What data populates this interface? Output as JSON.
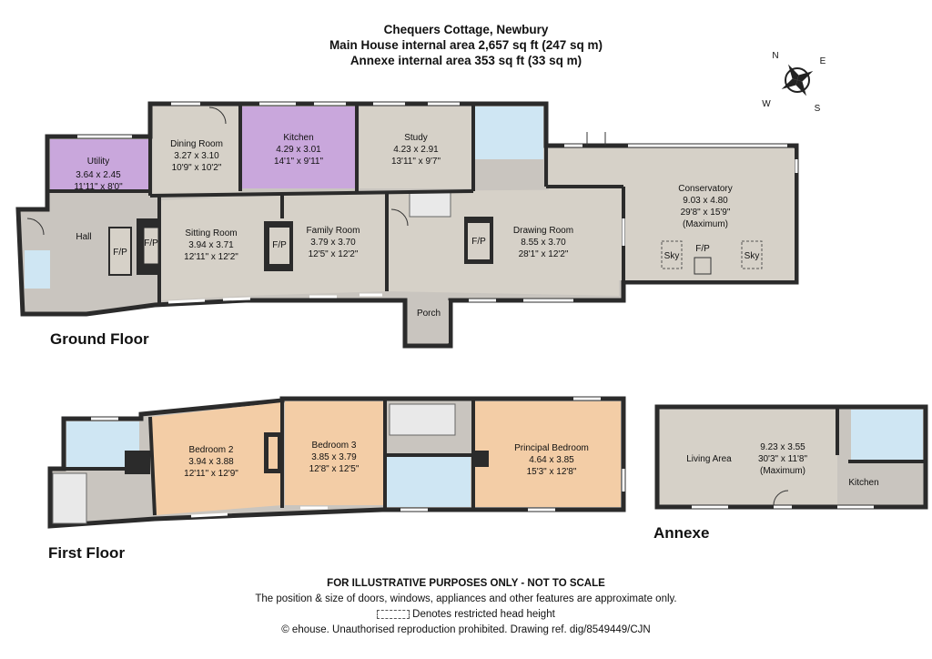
{
  "header": {
    "title": "Chequers Cottage, Newbury",
    "main_area": "Main House internal area 2,657 sq ft (247 sq m)",
    "annexe_area": "Annexe internal area 353 sq ft (33 sq m)"
  },
  "compass": {
    "n": "N",
    "e": "E",
    "s": "S",
    "w": "W"
  },
  "floors": {
    "ground": "Ground Floor",
    "first": "First Floor",
    "annexe": "Annexe"
  },
  "colors": {
    "wall": "#2b2b2b",
    "grey_room": "#c9c5bf",
    "beige_room": "#d6d1c8",
    "kitchen": "#c9a7dc",
    "utility": "#c9a7dc",
    "bath": "#cfe6f3",
    "bedroom": "#f3cda6",
    "stairs": "#e9e9e9"
  },
  "rooms": {
    "utility": [
      "Utility",
      "3.64 x 2.45",
      "11'11\" x 8'0\""
    ],
    "dining": [
      "Dining Room",
      "3.27 x 3.10",
      "10'9\" x 10'2\""
    ],
    "kitchen": [
      "Kitchen",
      "4.29 x 3.01",
      "14'1\" x 9'11\""
    ],
    "study": [
      "Study",
      "4.23 x 2.91",
      "13'11\" x 9'7\""
    ],
    "conservatory": [
      "Conservatory",
      "9.03 x 4.80",
      "29'8\" x 15'9\"",
      "(Maximum)"
    ],
    "hall": [
      "Hall"
    ],
    "sitting": [
      "Sitting Room",
      "3.94 x 3.71",
      "12'11\" x 12'2\""
    ],
    "family": [
      "Family Room",
      "3.79 x 3.70",
      "12'5\" x 12'2\""
    ],
    "drawing": [
      "Drawing Room",
      "8.55 x 3.70",
      "28'1\" x 12'2\""
    ],
    "porch": [
      "Porch"
    ],
    "bedroom2": [
      "Bedroom 2",
      "3.94 x 3.88",
      "12'11\" x 12'9\""
    ],
    "bedroom3": [
      "Bedroom 3",
      "3.85 x 3.79",
      "12'8\" x 12'5\""
    ],
    "principal": [
      "Principal Bedroom",
      "4.64 x 3.85",
      "15'3\" x 12'8\""
    ],
    "annexe_living": [
      "Living Area"
    ],
    "annexe_dims": [
      "9.23 x 3.55",
      "30'3\" x 11'8\"",
      "(Maximum)"
    ],
    "annexe_kitchen": [
      "Kitchen"
    ]
  },
  "markers": {
    "fp": "F/P",
    "sky": "Sky"
  },
  "footer": {
    "line1": "FOR ILLUSTRATIVE PURPOSES ONLY - NOT TO SCALE",
    "line2": "The position & size of doors, windows, appliances and other features are approximate only.",
    "line3": "Denotes restricted head height",
    "line4": "© ehouse. Unauthorised reproduction prohibited. Drawing ref. dig/8549449/CJN"
  }
}
